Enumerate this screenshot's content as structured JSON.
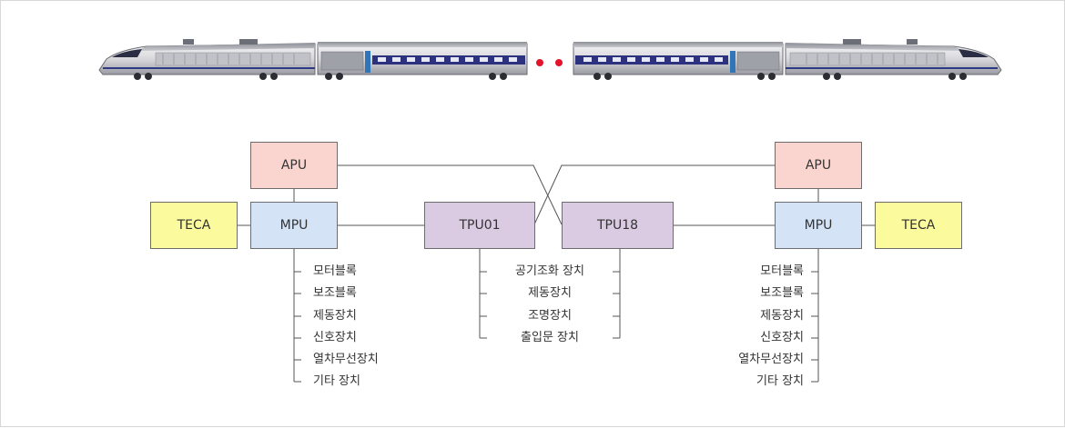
{
  "colors": {
    "apu": "#fad4cf",
    "mpu": "#d5e3f7",
    "teca": "#fbfa9d",
    "tpu": "#dacae2",
    "dots": "#e3132b",
    "line": "#555555"
  },
  "units": {
    "apu_left": "APU",
    "apu_right": "APU",
    "mpu_left": "MPU",
    "mpu_right": "MPU",
    "teca_left": "TECA",
    "teca_right": "TECA",
    "tpu01": "TPU01",
    "tpu18": "TPU18"
  },
  "lists": {
    "mpu_left": [
      "모터블록",
      "보조블록",
      "제동장치",
      "신호장치",
      "열차무선장치",
      "기타 장치"
    ],
    "tpu": [
      "공기조화 장치",
      "제동장치",
      "조명장치",
      "출입문 장치"
    ],
    "mpu_right": [
      "모터블록",
      "보조블록",
      "제동장치",
      "신호장치",
      "열차무선장치",
      "기타 장치"
    ]
  }
}
